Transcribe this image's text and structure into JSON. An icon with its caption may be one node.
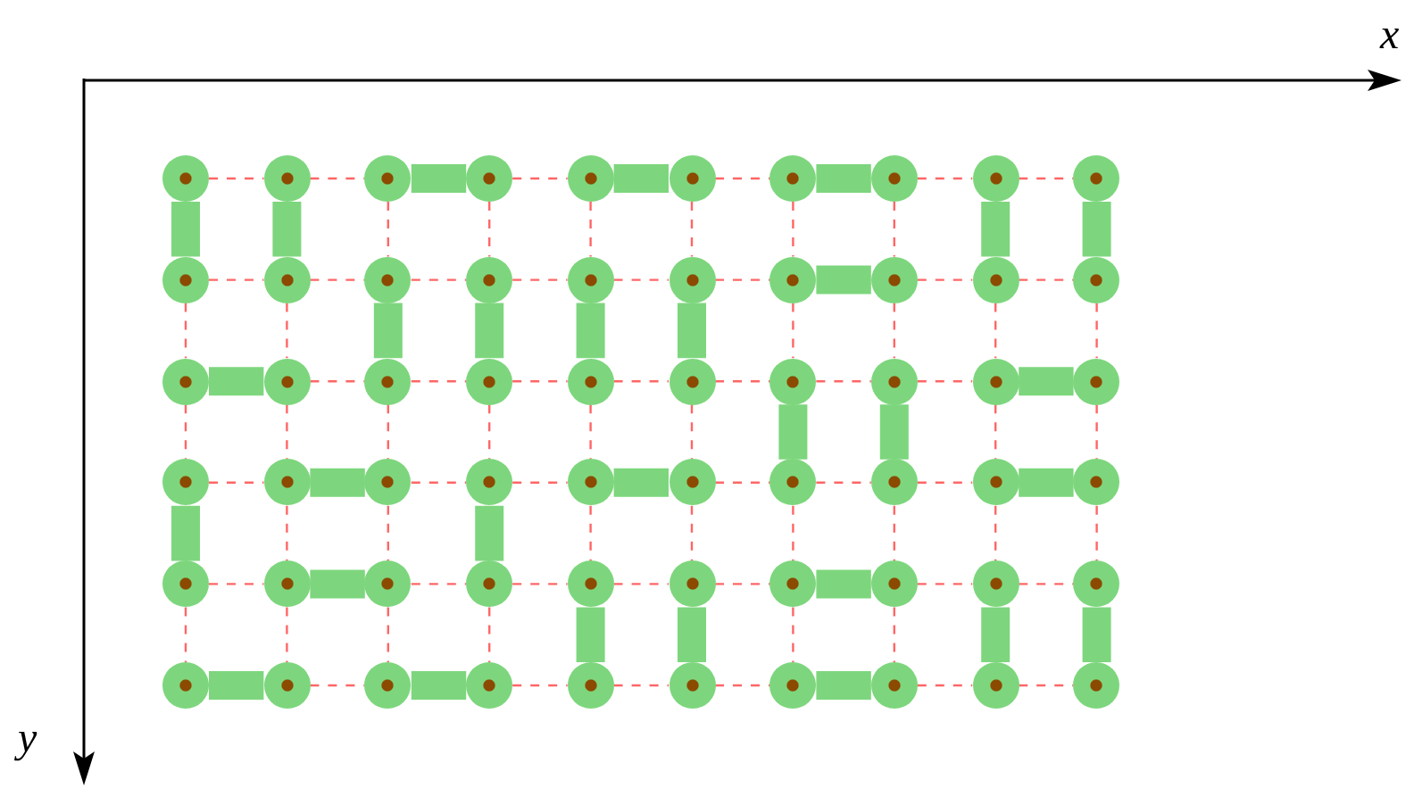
{
  "diagram": {
    "nodes": [
      {
        "text": [],
        "shape": "circle"
      },
      {
        "text": [],
        "shape": "circle"
      },
      {
        "text": [],
        "shape": "circle"
      },
      {
        "text": [],
        "shape": "circle"
      },
      {
        "text": [],
        "shape": "circle"
      },
      {
        "text": [],
        "shape": "circle"
      },
      {
        "text": [],
        "shape": "circle"
      },
      {
        "text": [],
        "shape": "circle"
      },
      {
        "text": [],
        "shape": "circle"
      },
      {
        "text": [],
        "shape": "circle"
      },
      {
        "text": [],
        "shape": "circle"
      },
      {
        "text": [],
        "shape": "circle"
      },
      {
        "text": [],
        "shape": "circle"
      },
      {
        "text": [],
        "shape": "circle"
      },
      {
        "text": [],
        "shape": "circle"
      },
      {
        "text": [],
        "shape": "circle"
      },
      {
        "text": [],
        "shape": "circle"
      },
      {
        "text": [],
        "shape": "circle"
      },
      {
        "text": [],
        "shape": "circle"
      },
      {
        "text": [],
        "shape": "circle"
      },
      {
        "text": [],
        "shape": "circle"
      },
      {
        "text": [],
        "shape": "circle"
      },
      {
        "text": [],
        "shape": "circle"
      },
      {
        "text": [],
        "shape": "circle"
      },
      {
        "text": [],
        "shape": "circle"
      },
      {
        "text": [],
        "shape": "circle"
      },
      {
        "text": [],
        "shape": "circle"
      },
      {
        "text": [],
        "shape": "circle"
      },
      {
        "text": [],
        "shape": "circle"
      },
      {
        "text": [],
        "shape": "circle"
      },
      {
        "text": [],
        "shape": "circle"
      },
      {
        "text": [],
        "shape": "circle"
      },
      {
        "text": [],
        "shape": "circle"
      },
      {
        "text": [],
        "shape": "circle"
      },
      {
        "text": [],
        "shape": "circle"
      },
      {
        "text": [],
        "shape": "circle"
      },
      {
        "text": [],
        "shape": "circle"
      },
      {
        "text": [],
        "shape": "circle"
      },
      {
        "text": [],
        "shape": "circle"
      },
      {
        "text": [],
        "shape": "circle"
      },
      {
        "text": [],
        "shape": "circle"
      },
      {
        "text": [],
        "shape": "circle"
      },
      {
        "text": [],
        "shape": "circle"
      },
      {
        "text": [],
        "shape": "circle"
      },
      {
        "text": [],
        "shape": "circle"
      },
      {
        "text": [],
        "shape": "circle"
      },
      {
        "text": [],
        "shape": "circle"
      },
      {
        "text": [],
        "shape": "circle"
      },
      {
        "text": [],
        "shape": "circle"
      },
      {
        "text": [],
        "shape": "circle"
      },
      {
        "text": [],
        "shape": "circle"
      },
      {
        "text": [],
        "shape": "circle"
      },
      {
        "text": [],
        "shape": "circle"
      },
      {
        "text": [],
        "shape": "circle"
      },
      {
        "text": [],
        "shape": "circle"
      },
      {
        "text": [],
        "shape": "circle"
      },
      {
        "text": [],
        "shape": "circle"
      },
      {
        "text": [],
        "shape": "circle"
      },
      {
        "text": [],
        "shape": "circle"
      },
      {
        "text": [],
        "shape": "circle"
      }
    ],
    "edges": [
      {
        "from": 0,
        "to": 1,
        "arrow": "none",
        "style": "dashed"
      },
      {
        "from": 1,
        "to": 2,
        "arrow": "none",
        "style": "dashed"
      },
      {
        "from": 2,
        "to": 3,
        "arrow": "none",
        "style": "thick",
        "color": "#7dd67d"
      },
      {
        "from": 3,
        "to": 4,
        "arrow": "none",
        "style": "dashed"
      },
      {
        "from": 4,
        "to": 5,
        "arrow": "none",
        "style": "thick",
        "color": "#7dd67d"
      },
      {
        "from": 5,
        "to": 6,
        "arrow": "none",
        "style": "dashed"
      },
      {
        "from": 6,
        "to": 7,
        "arrow": "none",
        "style": "thick",
        "color": "#7dd67d"
      },
      {
        "from": 7,
        "to": 8,
        "arrow": "none",
        "style": "dashed"
      },
      {
        "from": 8,
        "to": 9,
        "arrow": "none",
        "style": "dashed"
      },
      {
        "from": 10,
        "to": 11,
        "arrow": "none",
        "style": "dashed"
      },
      {
        "from": 11,
        "to": 12,
        "arrow": "none",
        "style": "dashed"
      },
      {
        "from": 12,
        "to": 13,
        "arrow": "none",
        "style": "dashed"
      },
      {
        "from": 13,
        "to": 14,
        "arrow": "none",
        "style": "dashed"
      },
      {
        "from": 14,
        "to": 15,
        "arrow": "none",
        "style": "dashed"
      },
      {
        "from": 15,
        "to": 16,
        "arrow": "none",
        "style": "dashed"
      },
      {
        "from": 16,
        "to": 17,
        "arrow": "none",
        "style": "thick",
        "color": "#7dd67d"
      },
      {
        "from": 17,
        "to": 18,
        "arrow": "none",
        "style": "dashed"
      },
      {
        "from": 18,
        "to": 19,
        "arrow": "none",
        "style": "dashed"
      },
      {
        "from": 20,
        "to": 21,
        "arrow": "none",
        "style": "thick",
        "color": "#7dd67d"
      },
      {
        "from": 21,
        "to": 22,
        "arrow": "none",
        "style": "dashed"
      },
      {
        "from": 22,
        "to": 23,
        "arrow": "none",
        "style": "dashed"
      },
      {
        "from": 23,
        "to": 24,
        "arrow": "none",
        "style": "dashed"
      },
      {
        "from": 24,
        "to": 25,
        "arrow": "none",
        "style": "dashed"
      },
      {
        "from": 25,
        "to": 26,
        "arrow": "none",
        "style": "dashed"
      },
      {
        "from": 26,
        "to": 27,
        "arrow": "none",
        "style": "dashed"
      },
      {
        "from": 27,
        "to": 28,
        "arrow": "none",
        "style": "dashed"
      },
      {
        "from": 28,
        "to": 29,
        "arrow": "none",
        "style": "thick",
        "color": "#7dd67d"
      },
      {
        "from": 30,
        "to": 31,
        "arrow": "none",
        "style": "dashed"
      },
      {
        "from": 31,
        "to": 32,
        "arrow": "none",
        "style": "thick",
        "color": "#7dd67d"
      },
      {
        "from": 32,
        "to": 33,
        "arrow": "none",
        "style": "dashed"
      },
      {
        "from": 33,
        "to": 34,
        "arrow": "none",
        "style": "dashed"
      },
      {
        "from": 34,
        "to": 35,
        "arrow": "none",
        "style": "thick",
        "color": "#7dd67d"
      },
      {
        "from": 35,
        "to": 36,
        "arrow": "none",
        "style": "dashed"
      },
      {
        "from": 36,
        "to": 37,
        "arrow": "none",
        "style": "dashed"
      },
      {
        "from": 37,
        "to": 38,
        "arrow": "none",
        "style": "dashed"
      },
      {
        "from": 38,
        "to": 39,
        "arrow": "none",
        "style": "thick",
        "color": "#7dd67d"
      },
      {
        "from": 40,
        "to": 41,
        "arrow": "none",
        "style": "dashed"
      },
      {
        "from": 41,
        "to": 42,
        "arrow": "none",
        "style": "thick",
        "color": "#7dd67d"
      },
      {
        "from": 42,
        "to": 43,
        "arrow": "none",
        "style": "dashed"
      },
      {
        "from": 43,
        "to": 44,
        "arrow": "none",
        "style": "dashed"
      },
      {
        "from": 44,
        "to": 45,
        "arrow": "none",
        "style": "dashed"
      },
      {
        "from": 45,
        "to": 46,
        "arrow": "none",
        "style": "dashed"
      },
      {
        "from": 46,
        "to": 47,
        "arrow": "none",
        "style": "thick",
        "color": "#7dd67d"
      },
      {
        "from": 47,
        "to": 48,
        "arrow": "none",
        "style": "dashed"
      },
      {
        "from": 48,
        "to": 49,
        "arrow": "none",
        "style": "dashed"
      },
      {
        "from": 50,
        "to": 51,
        "arrow": "none",
        "style": "thick",
        "color": "#7dd67d"
      },
      {
        "from": 51,
        "to": 52,
        "arrow": "none",
        "style": "dashed"
      },
      {
        "from": 52,
        "to": 53,
        "arrow": "none",
        "style": "thick",
        "color": "#7dd67d"
      },
      {
        "from": 53,
        "to": 54,
        "arrow": "none",
        "style": "dashed"
      },
      {
        "from": 54,
        "to": 55,
        "arrow": "none",
        "style": "dashed"
      },
      {
        "from": 55,
        "to": 56,
        "arrow": "none",
        "style": "dashed"
      },
      {
        "from": 56,
        "to": 57,
        "arrow": "none",
        "style": "thick",
        "color": "#7dd67d"
      },
      {
        "from": 57,
        "to": 58,
        "arrow": "none",
        "style": "dashed"
      },
      {
        "from": 58,
        "to": 59,
        "arrow": "none",
        "style": "dashed"
      },
      {
        "from": 0,
        "to": 10,
        "arrow": "none",
        "style": "thick",
        "color": "#7dd67d"
      },
      {
        "from": 1,
        "to": 11,
        "arrow": "none",
        "style": "thick",
        "color": "#7dd67d"
      },
      {
        "from": 2,
        "to": 12,
        "arrow": "none",
        "style": "dashed"
      },
      {
        "from": 3,
        "to": 13,
        "arrow": "none",
        "style": "dashed"
      },
      {
        "from": 4,
        "to": 14,
        "arrow": "none",
        "style": "dashed"
      },
      {
        "from": 5,
        "to": 15,
        "arrow": "none",
        "style": "dashed"
      },
      {
        "from": 6,
        "to": 16,
        "arrow": "none",
        "style": "dashed"
      },
      {
        "from": 7,
        "to": 17,
        "arrow": "none",
        "style": "dashed"
      },
      {
        "from": 8,
        "to": 18,
        "arrow": "none",
        "style": "thick",
        "color": "#7dd67d"
      },
      {
        "from": 9,
        "to": 19,
        "arrow": "none",
        "style": "thick",
        "color": "#7dd67d"
      },
      {
        "from": 10,
        "to": 20,
        "arrow": "none",
        "style": "dashed"
      },
      {
        "from": 11,
        "to": 21,
        "arrow": "none",
        "style": "dashed"
      },
      {
        "from": 12,
        "to": 22,
        "arrow": "none",
        "style": "thick",
        "color": "#7dd67d"
      },
      {
        "from": 13,
        "to": 23,
        "arrow": "none",
        "style": "thick",
        "color": "#7dd67d"
      },
      {
        "from": 14,
        "to": 24,
        "arrow": "none",
        "style": "thick",
        "color": "#7dd67d"
      },
      {
        "from": 15,
        "to": 25,
        "arrow": "none",
        "style": "thick",
        "color": "#7dd67d"
      },
      {
        "from": 16,
        "to": 26,
        "arrow": "none",
        "style": "dashed"
      },
      {
        "from": 17,
        "to": 27,
        "arrow": "none",
        "style": "dashed"
      },
      {
        "from": 18,
        "to": 28,
        "arrow": "none",
        "style": "dashed"
      },
      {
        "from": 19,
        "to": 29,
        "arrow": "none",
        "style": "dashed"
      },
      {
        "from": 20,
        "to": 30,
        "arrow": "none",
        "style": "dashed"
      },
      {
        "from": 21,
        "to": 31,
        "arrow": "none",
        "style": "dashed"
      },
      {
        "from": 22,
        "to": 32,
        "arrow": "none",
        "style": "dashed"
      },
      {
        "from": 23,
        "to": 33,
        "arrow": "none",
        "style": "dashed"
      },
      {
        "from": 24,
        "to": 34,
        "arrow": "none",
        "style": "dashed"
      },
      {
        "from": 25,
        "to": 35,
        "arrow": "none",
        "style": "dashed"
      },
      {
        "from": 26,
        "to": 36,
        "arrow": "none",
        "style": "thick",
        "color": "#7dd67d"
      },
      {
        "from": 27,
        "to": 37,
        "arrow": "none",
        "style": "thick",
        "color": "#7dd67d"
      },
      {
        "from": 28,
        "to": 38,
        "arrow": "none",
        "style": "dashed"
      },
      {
        "from": 29,
        "to": 39,
        "arrow": "none",
        "style": "dashed"
      },
      {
        "from": 30,
        "to": 40,
        "arrow": "none",
        "style": "thick",
        "color": "#7dd67d"
      },
      {
        "from": 31,
        "to": 41,
        "arrow": "none",
        "style": "dashed"
      },
      {
        "from": 32,
        "to": 42,
        "arrow": "none",
        "style": "dashed"
      },
      {
        "from": 33,
        "to": 43,
        "arrow": "none",
        "style": "thick",
        "color": "#7dd67d"
      },
      {
        "from": 34,
        "to": 44,
        "arrow": "none",
        "style": "dashed"
      },
      {
        "from": 35,
        "to": 45,
        "arrow": "none",
        "style": "dashed"
      },
      {
        "from": 36,
        "to": 46,
        "arrow": "none",
        "style": "dashed"
      },
      {
        "from": 37,
        "to": 47,
        "arrow": "none",
        "style": "dashed"
      },
      {
        "from": 38,
        "to": 48,
        "arrow": "none",
        "style": "dashed"
      },
      {
        "from": 39,
        "to": 49,
        "arrow": "none",
        "style": "dashed"
      },
      {
        "from": 40,
        "to": 50,
        "arrow": "none",
        "style": "dashed"
      },
      {
        "from": 41,
        "to": 51,
        "arrow": "none",
        "style": "dashed"
      },
      {
        "from": 42,
        "to": 52,
        "arrow": "none",
        "style": "dashed"
      },
      {
        "from": 43,
        "to": 53,
        "arrow": "none",
        "style": "dashed"
      },
      {
        "from": 44,
        "to": 54,
        "arrow": "none",
        "style": "thick",
        "color": "#7dd67d"
      },
      {
        "from": 45,
        "to": 55,
        "arrow": "none",
        "style": "thick",
        "color": "#7dd67d"
      },
      {
        "from": 46,
        "to": 56,
        "arrow": "none",
        "style": "dashed"
      },
      {
        "from": 47,
        "to": 57,
        "arrow": "none",
        "style": "dashed"
      },
      {
        "from": 48,
        "to": 58,
        "arrow": "none",
        "style": "thick",
        "color": "#7dd67d"
      },
      {
        "from": 49,
        "to": 59,
        "arrow": "none",
        "style": "thick",
        "color": "#7dd67d"
      }
    ],
    "labels": [
      "x",
      "y"
    ]
  }
}
